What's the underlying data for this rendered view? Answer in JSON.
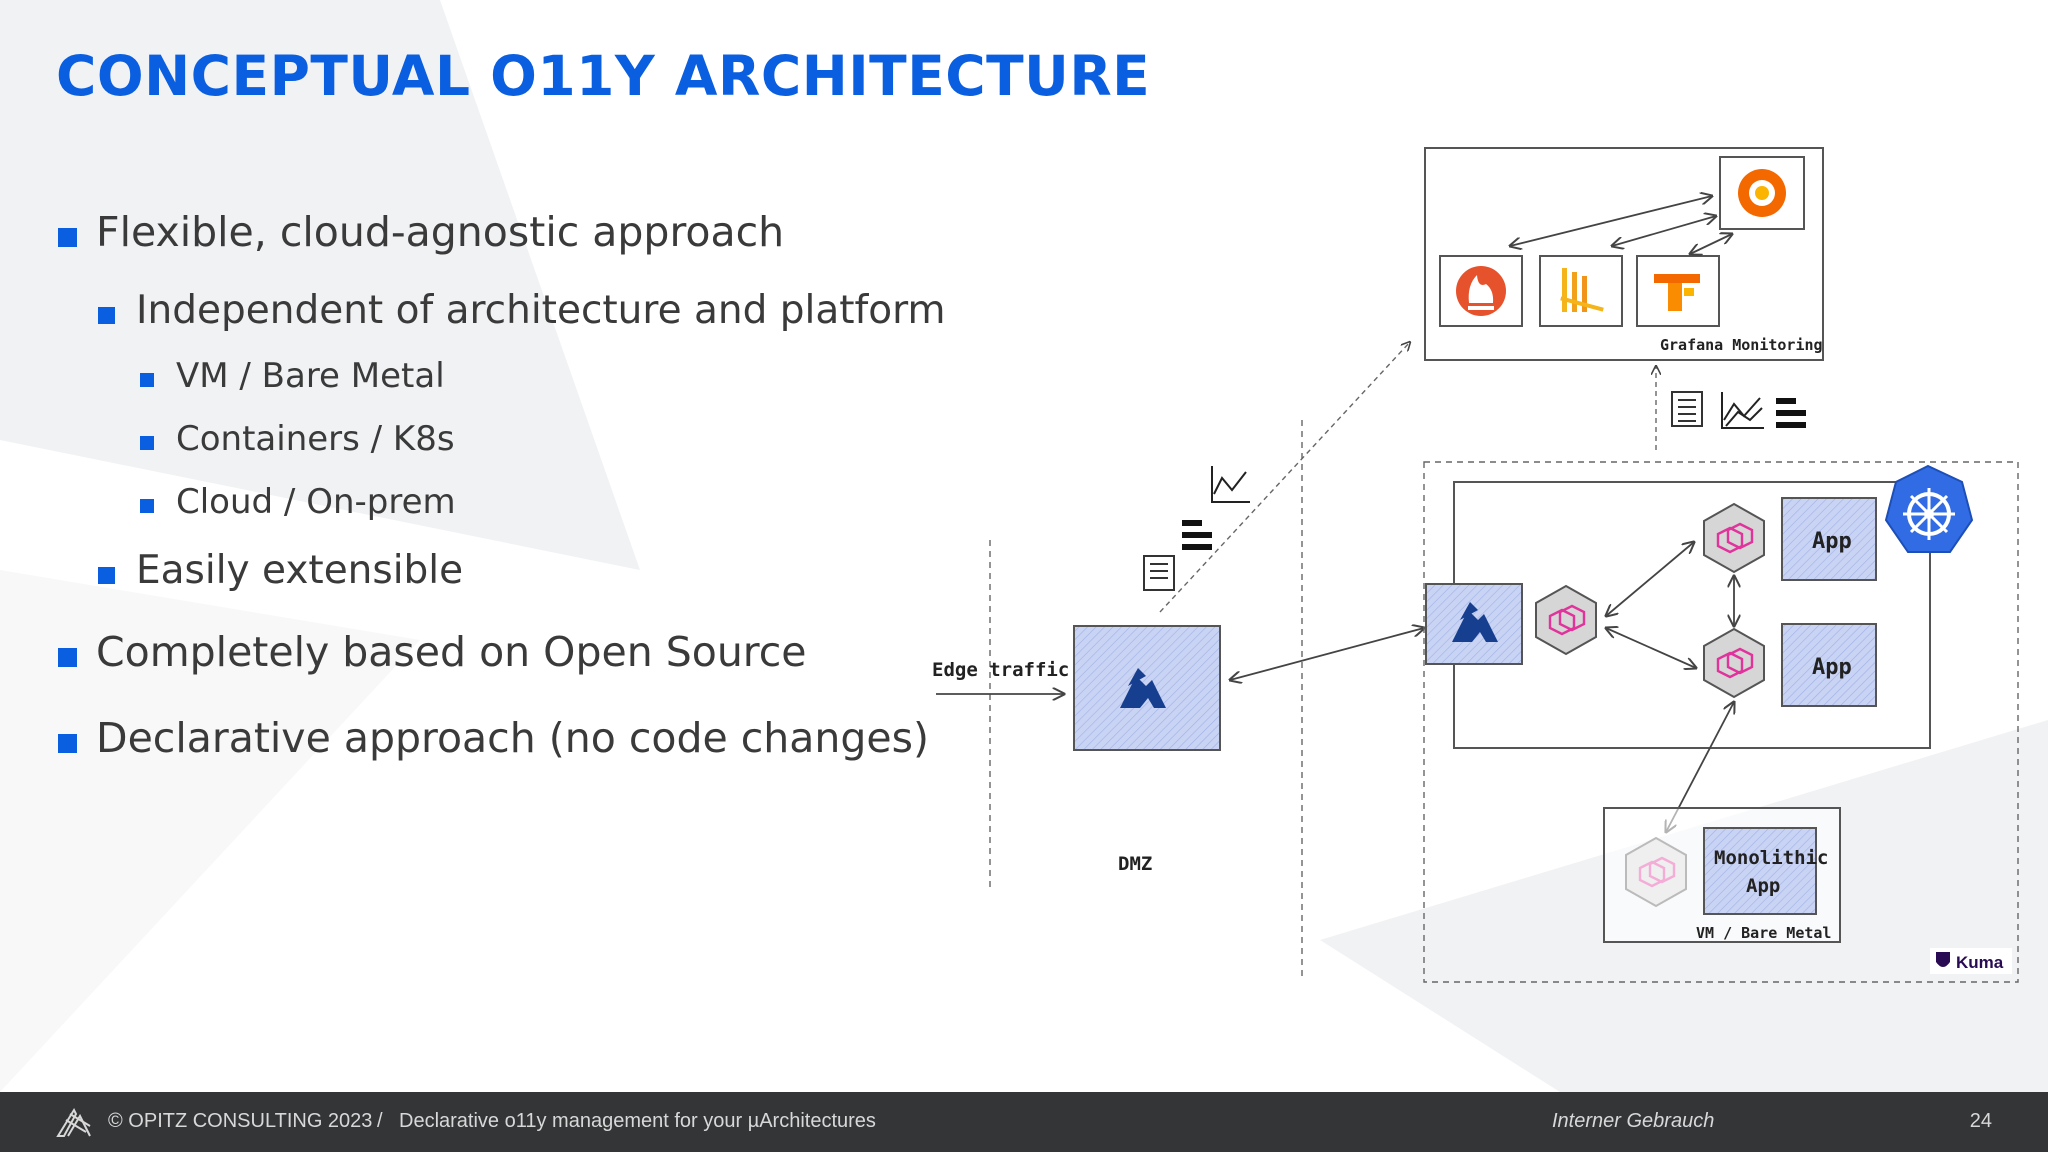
{
  "title": "CONCEPTUAL O11Y ARCHITECTURE",
  "bullets": {
    "b1": "Flexible, cloud-agnostic approach",
    "b1_1": "Independent of architecture and platform",
    "b1_1_1": "VM / Bare Metal",
    "b1_1_2": "Containers / K8s",
    "b1_1_3": "Cloud / On-prem",
    "b1_2": "Easily extensible",
    "b2": "Completely based on Open Source",
    "b3": "Declarative approach (no code changes)"
  },
  "diagram": {
    "grafana_label": "Grafana Monitoring",
    "edge_label": "Edge traffic",
    "dmz_label": "DMZ",
    "app1_label": "App",
    "app2_label": "App",
    "mono_line1": "Monolithic",
    "mono_line2": "App",
    "vm_label": "VM / Bare Metal",
    "kuma_label": "Kuma"
  },
  "footer": {
    "copyright": "© OPITZ CONSULTING 2023",
    "separator": "/",
    "talk_title": "Declarative o11y management for your µArchitectures",
    "classification": "Interner Gebrauch",
    "page_number": "24"
  },
  "colors": {
    "accent": "#0a5ee0",
    "footer_bg": "#333537",
    "box_fill": "#c9d3f3",
    "hex_fill": "#d6d6d6",
    "k8s_blue": "#326ce5",
    "kong_blue": "#173f8f",
    "pink": "#e0339b"
  },
  "icons": [
    "grafana-icon",
    "prometheus-icon",
    "loki-icon",
    "tempo-icon",
    "kong-icon",
    "kubernetes-icon",
    "envoy-icon",
    "kuma-icon",
    "document-icon",
    "metrics-chart-icon",
    "traces-icon",
    "opitz-logo"
  ]
}
